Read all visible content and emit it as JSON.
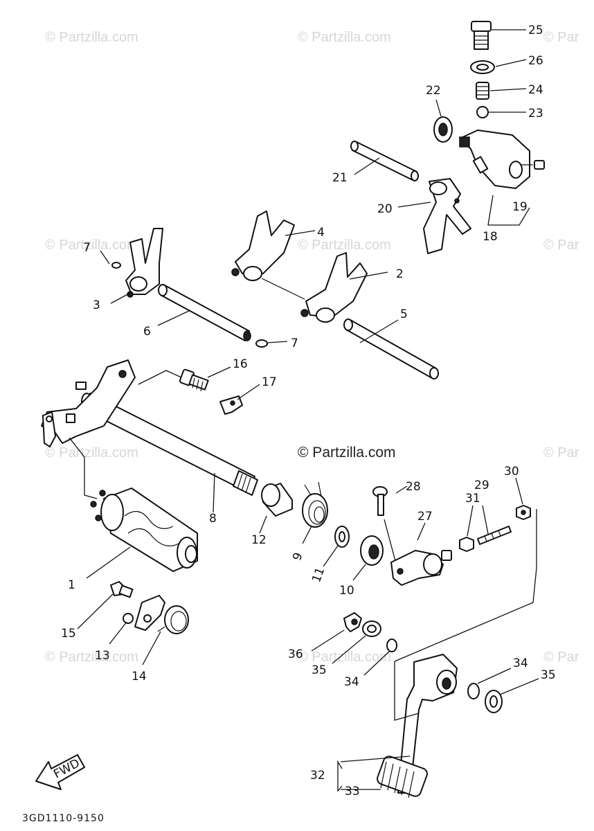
{
  "watermark": {
    "main": "© Partzilla.com",
    "faded": "© Partzilla.com",
    "faded_edge": "© Par"
  },
  "diagram_code": "3GD1110-9150",
  "fwd_label": "FWD",
  "callouts": {
    "c1": "1",
    "c2": "2",
    "c3": "3",
    "c4": "4",
    "c5": "5",
    "c6": "6",
    "c7a": "7",
    "c7b": "7",
    "c8": "8",
    "c9": "9",
    "c10": "10",
    "c11": "11",
    "c12": "12",
    "c13": "13",
    "c14": "14",
    "c15": "15",
    "c16": "16",
    "c17": "17",
    "c18": "18",
    "c19": "19",
    "c20": "20",
    "c21": "21",
    "c22": "22",
    "c23": "23",
    "c24": "24",
    "c25": "25",
    "c26": "26",
    "c27": "27",
    "c28": "28",
    "c29": "29",
    "c30": "30",
    "c31": "31",
    "c32": "32",
    "c33": "33",
    "c34a": "34",
    "c34b": "34",
    "c35a": "35",
    "c35b": "35",
    "c36": "36"
  }
}
